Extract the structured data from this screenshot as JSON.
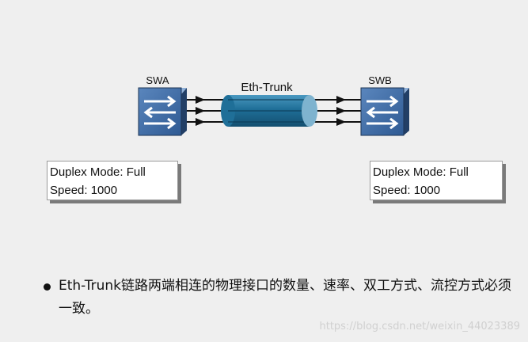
{
  "diagram": {
    "left_switch": {
      "label": "SWA"
    },
    "right_switch": {
      "label": "SWB"
    },
    "trunk": {
      "label": "Eth-Trunk"
    },
    "left_info": {
      "duplex": "Duplex Mode: Full",
      "speed": "Speed: 1000"
    },
    "right_info": {
      "duplex": "Duplex Mode: Full",
      "speed": "Speed: 1000"
    }
  },
  "bullet": {
    "text": "Eth-Trunk链路两端相连的物理接口的数量、速率、双工方式、流控方式必须一致。"
  },
  "watermark": "https://blog.csdn.net/weixin_44023389",
  "colors": {
    "switch_face": "#3c69a3",
    "switch_side": "#223f66",
    "trunk_blue": "#1f6f98",
    "link_line": "#111111",
    "background": "#efefef"
  }
}
